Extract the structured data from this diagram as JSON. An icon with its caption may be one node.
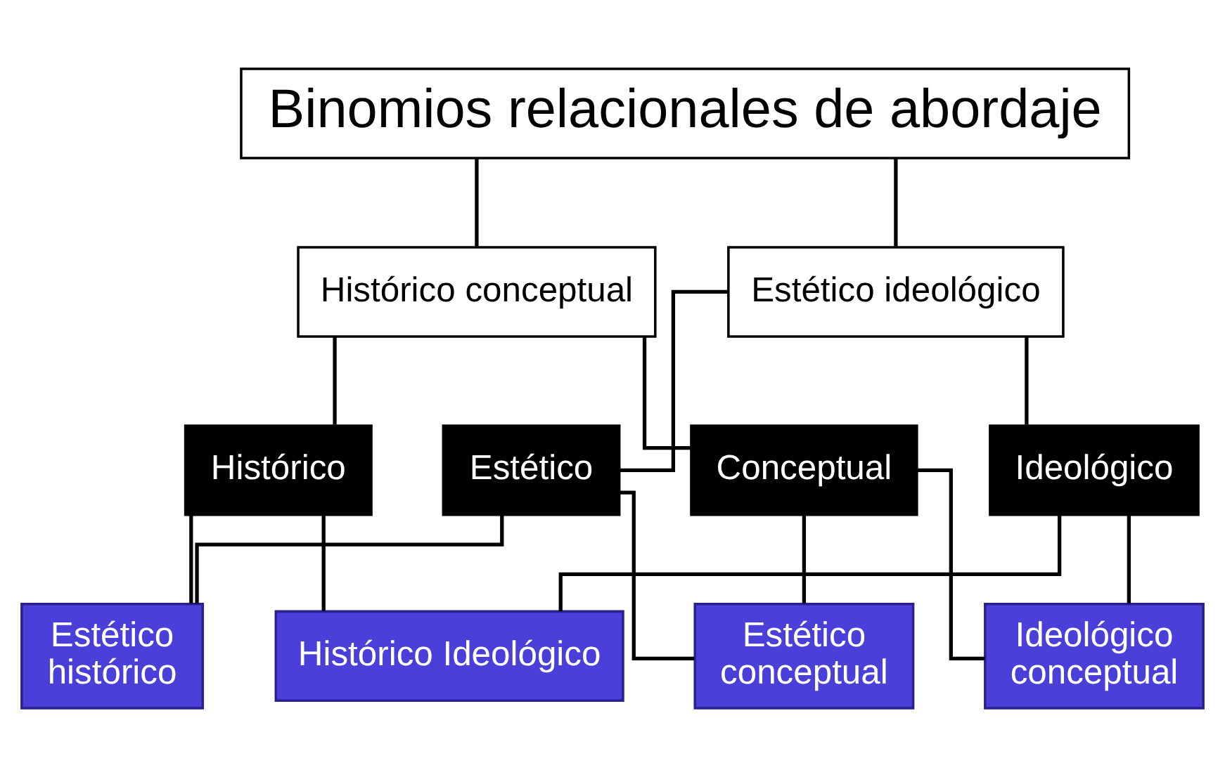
{
  "diagram": {
    "nodes": [
      {
        "text": [
          "Binomios relacionales de abordaje"
        ]
      },
      {
        "text": [
          "Histórico conceptual"
        ]
      },
      {
        "text": [
          "Estético ideológico"
        ]
      },
      {
        "text": [
          "Conceptual"
        ]
      },
      {
        "text": [
          "Estético"
        ]
      },
      {
        "text": [
          "Histórico"
        ]
      },
      {
        "text": [
          "Ideológico"
        ]
      },
      {
        "text": [
          "Estético conceptual"
        ]
      },
      {
        "text": [
          "Estético histórico"
        ]
      },
      {
        "text": [
          "Histórico Ideológico"
        ]
      },
      {
        "text": [
          "Ideológico conceptual"
        ]
      }
    ],
    "edges": [
      {
        "from": 0,
        "to": 1,
        "arrow": "none"
      },
      {
        "from": 0,
        "to": 2,
        "arrow": "none"
      },
      {
        "from": 1,
        "to": 3,
        "arrow": "none"
      },
      {
        "from": 1,
        "to": 5,
        "arrow": "none"
      },
      {
        "from": 2,
        "to": 4,
        "arrow": "none"
      },
      {
        "from": 2,
        "to": 6,
        "arrow": "none"
      },
      {
        "from": 3,
        "to": 7,
        "arrow": "none"
      },
      {
        "from": 4,
        "to": 7,
        "arrow": "none"
      },
      {
        "from": 4,
        "to": 8,
        "arrow": "none"
      },
      {
        "from": 5,
        "to": 8,
        "arrow": "none"
      },
      {
        "from": 5,
        "to": 9,
        "arrow": "none"
      },
      {
        "from": 6,
        "to": 9,
        "arrow": "none"
      },
      {
        "from": 3,
        "to": 10,
        "arrow": "none"
      },
      {
        "from": 6,
        "to": 10,
        "arrow": "none"
      }
    ]
  }
}
